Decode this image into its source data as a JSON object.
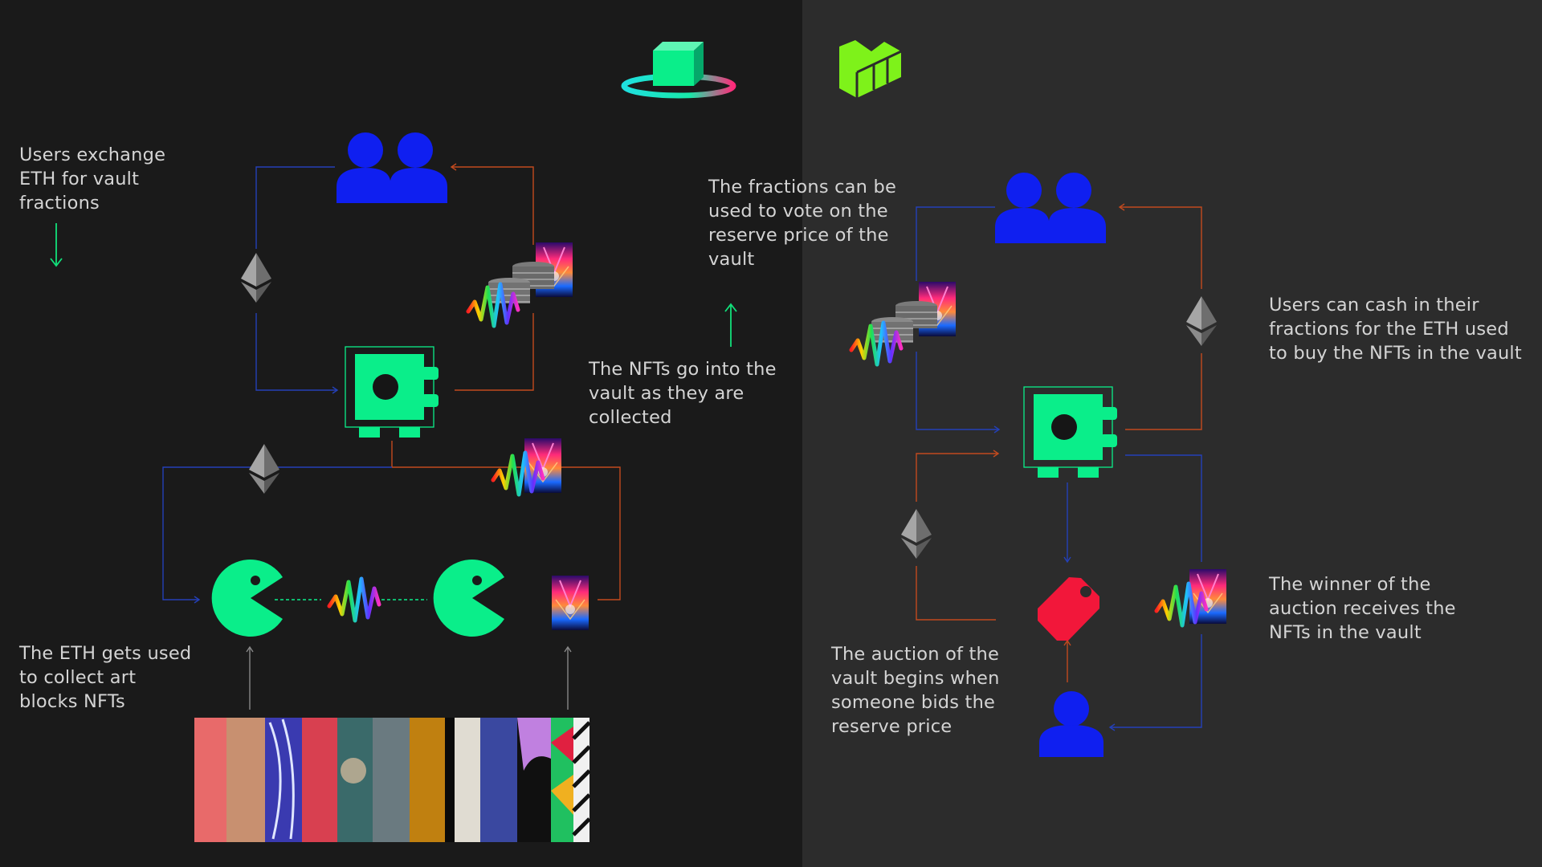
{
  "colors": {
    "background_left": "#1a1a1a",
    "background_right": "#2c2c2c",
    "text": "#d4d4d4",
    "users_blue": "#0f1ff0",
    "vault_green": "#0aee8a",
    "line_blue": "#2440b8",
    "line_orange": "#c24a1e",
    "arrow_green": "#11e07a",
    "tag_red": "#f2173a",
    "logo_lime": "#7ef21a"
  },
  "captions": {
    "users_exchange": "Users exchange\nETH for vault\nfractions",
    "eth_used": "The ETH gets used\nto collect art\nblocks NFTs",
    "fractions_vote": "The fractions can be\nused to vote on the\nreserve price of the\nvault",
    "nfts_into_vault": "The NFTs go into the\nvault as they are\ncollected",
    "cash_in": "Users can cash in their\nfractions for the ETH used\nto buy the NFTs in the vault",
    "winner": "The winner of the\nauction receives the\nNFTs in the vault",
    "auction_begins": "The auction of the\nvault begins when\nsomeone bids the\nreserve price"
  },
  "icons": {
    "left_logo": "vault-platform-logo-icon",
    "right_logo": "fractional-logo-icon",
    "users": "users-group-icon",
    "user": "single-user-icon",
    "vault": "vault-safe-icon",
    "eth": "ethereum-icon",
    "coins": "coin-stack-icon",
    "nft": "nft-artwork-icon",
    "squiggle": "art-blocks-squiggle-icon",
    "pacman": "collector-bot-icon",
    "tag": "price-tag-icon",
    "strip": "art-blocks-collection-strip"
  }
}
